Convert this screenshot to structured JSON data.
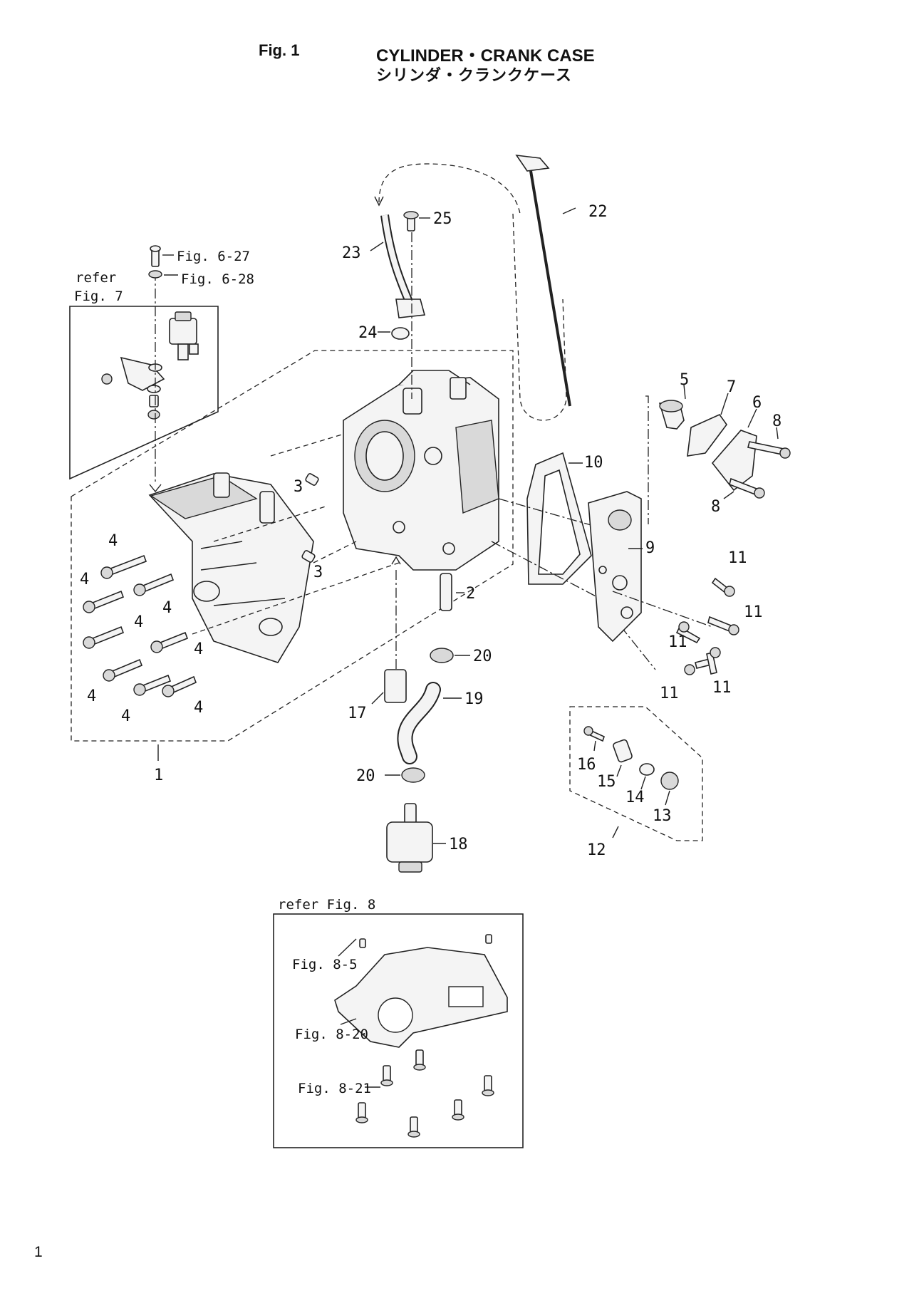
{
  "header": {
    "fig_number": "Fig. 1",
    "title": "CYLINDER・CRANK CASE",
    "subtitle": "シリンダ・クランクケース"
  },
  "page_number": "1",
  "callouts": {
    "n1": "1",
    "n2": "2",
    "n3a": "3",
    "n3b": "3",
    "n4a": "4",
    "n4b": "4",
    "n4c": "4",
    "n4d": "4",
    "n4e": "4",
    "n4f": "4",
    "n4g": "4",
    "n4h": "4",
    "n5": "5",
    "n6": "6",
    "n7": "7",
    "n8a": "8",
    "n8b": "8",
    "n9": "9",
    "n10": "10",
    "n11a": "11",
    "n11b": "11",
    "n11c": "11",
    "n11d": "11",
    "n11e": "11",
    "n12": "12",
    "n13": "13",
    "n14": "14",
    "n15": "15",
    "n16": "16",
    "n17": "17",
    "n18": "18",
    "n19": "19",
    "n20a": "20",
    "n20b": "20",
    "n22": "22",
    "n23": "23",
    "n24": "24",
    "n25": "25"
  },
  "references": {
    "refer_fig7_line1": "refer",
    "refer_fig7_line2": "Fig. 7",
    "fig6_27": "Fig. 6-27",
    "fig6_28": "Fig. 6-28",
    "refer_fig8": "refer Fig. 8",
    "fig8_5": "Fig. 8-5",
    "fig8_20": "Fig. 8-20",
    "fig8_21": "Fig. 8-21"
  }
}
